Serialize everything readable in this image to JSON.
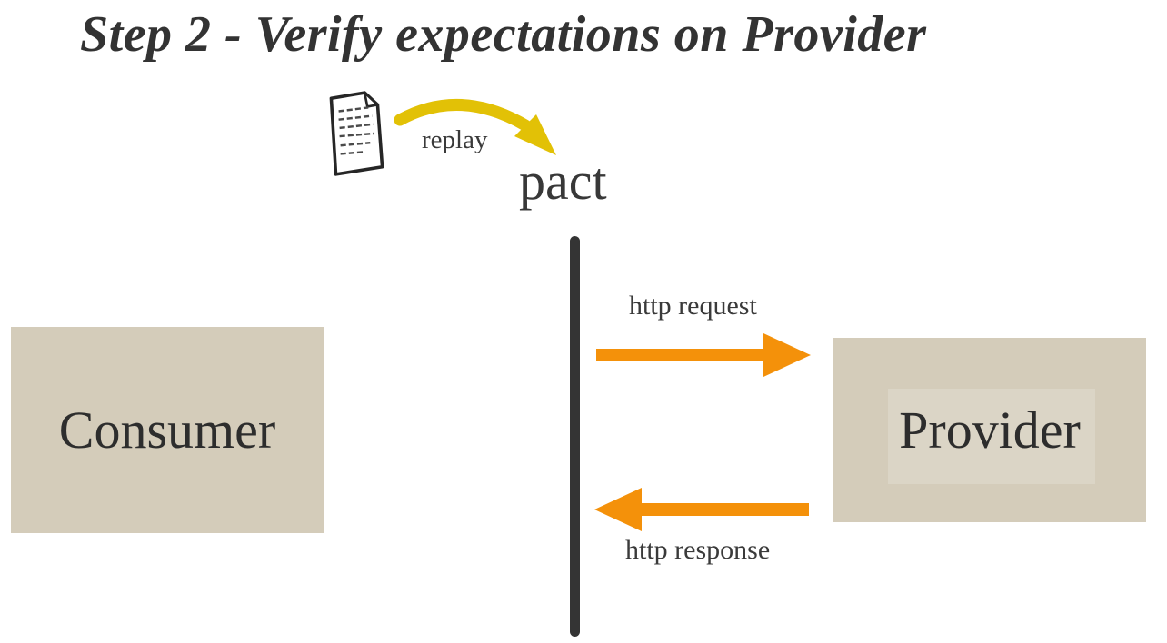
{
  "title": "Step 2 - Verify expectations on Provider",
  "pact": {
    "label": "pact",
    "replay_label": "replay"
  },
  "nodes": {
    "consumer": {
      "label": "Consumer"
    },
    "provider": {
      "label": "Provider"
    }
  },
  "interactions": {
    "request": {
      "label": "http request",
      "direction": "right"
    },
    "response": {
      "label": "http response",
      "direction": "left"
    }
  },
  "icons": {
    "document": "pact-contract-document-icon",
    "replay_arrow": "replay-curved-arrow-icon",
    "request_arrow": "http-request-arrow-icon",
    "response_arrow": "http-response-arrow-icon",
    "lifeline": "pact-lifeline"
  },
  "colors": {
    "background": "#ffffff",
    "box_bg": "#d4ccba",
    "arrow_orange": "#f4910a",
    "arrow_yellow": "#e2c106",
    "text_dark": "#333333",
    "line": "#343434"
  }
}
